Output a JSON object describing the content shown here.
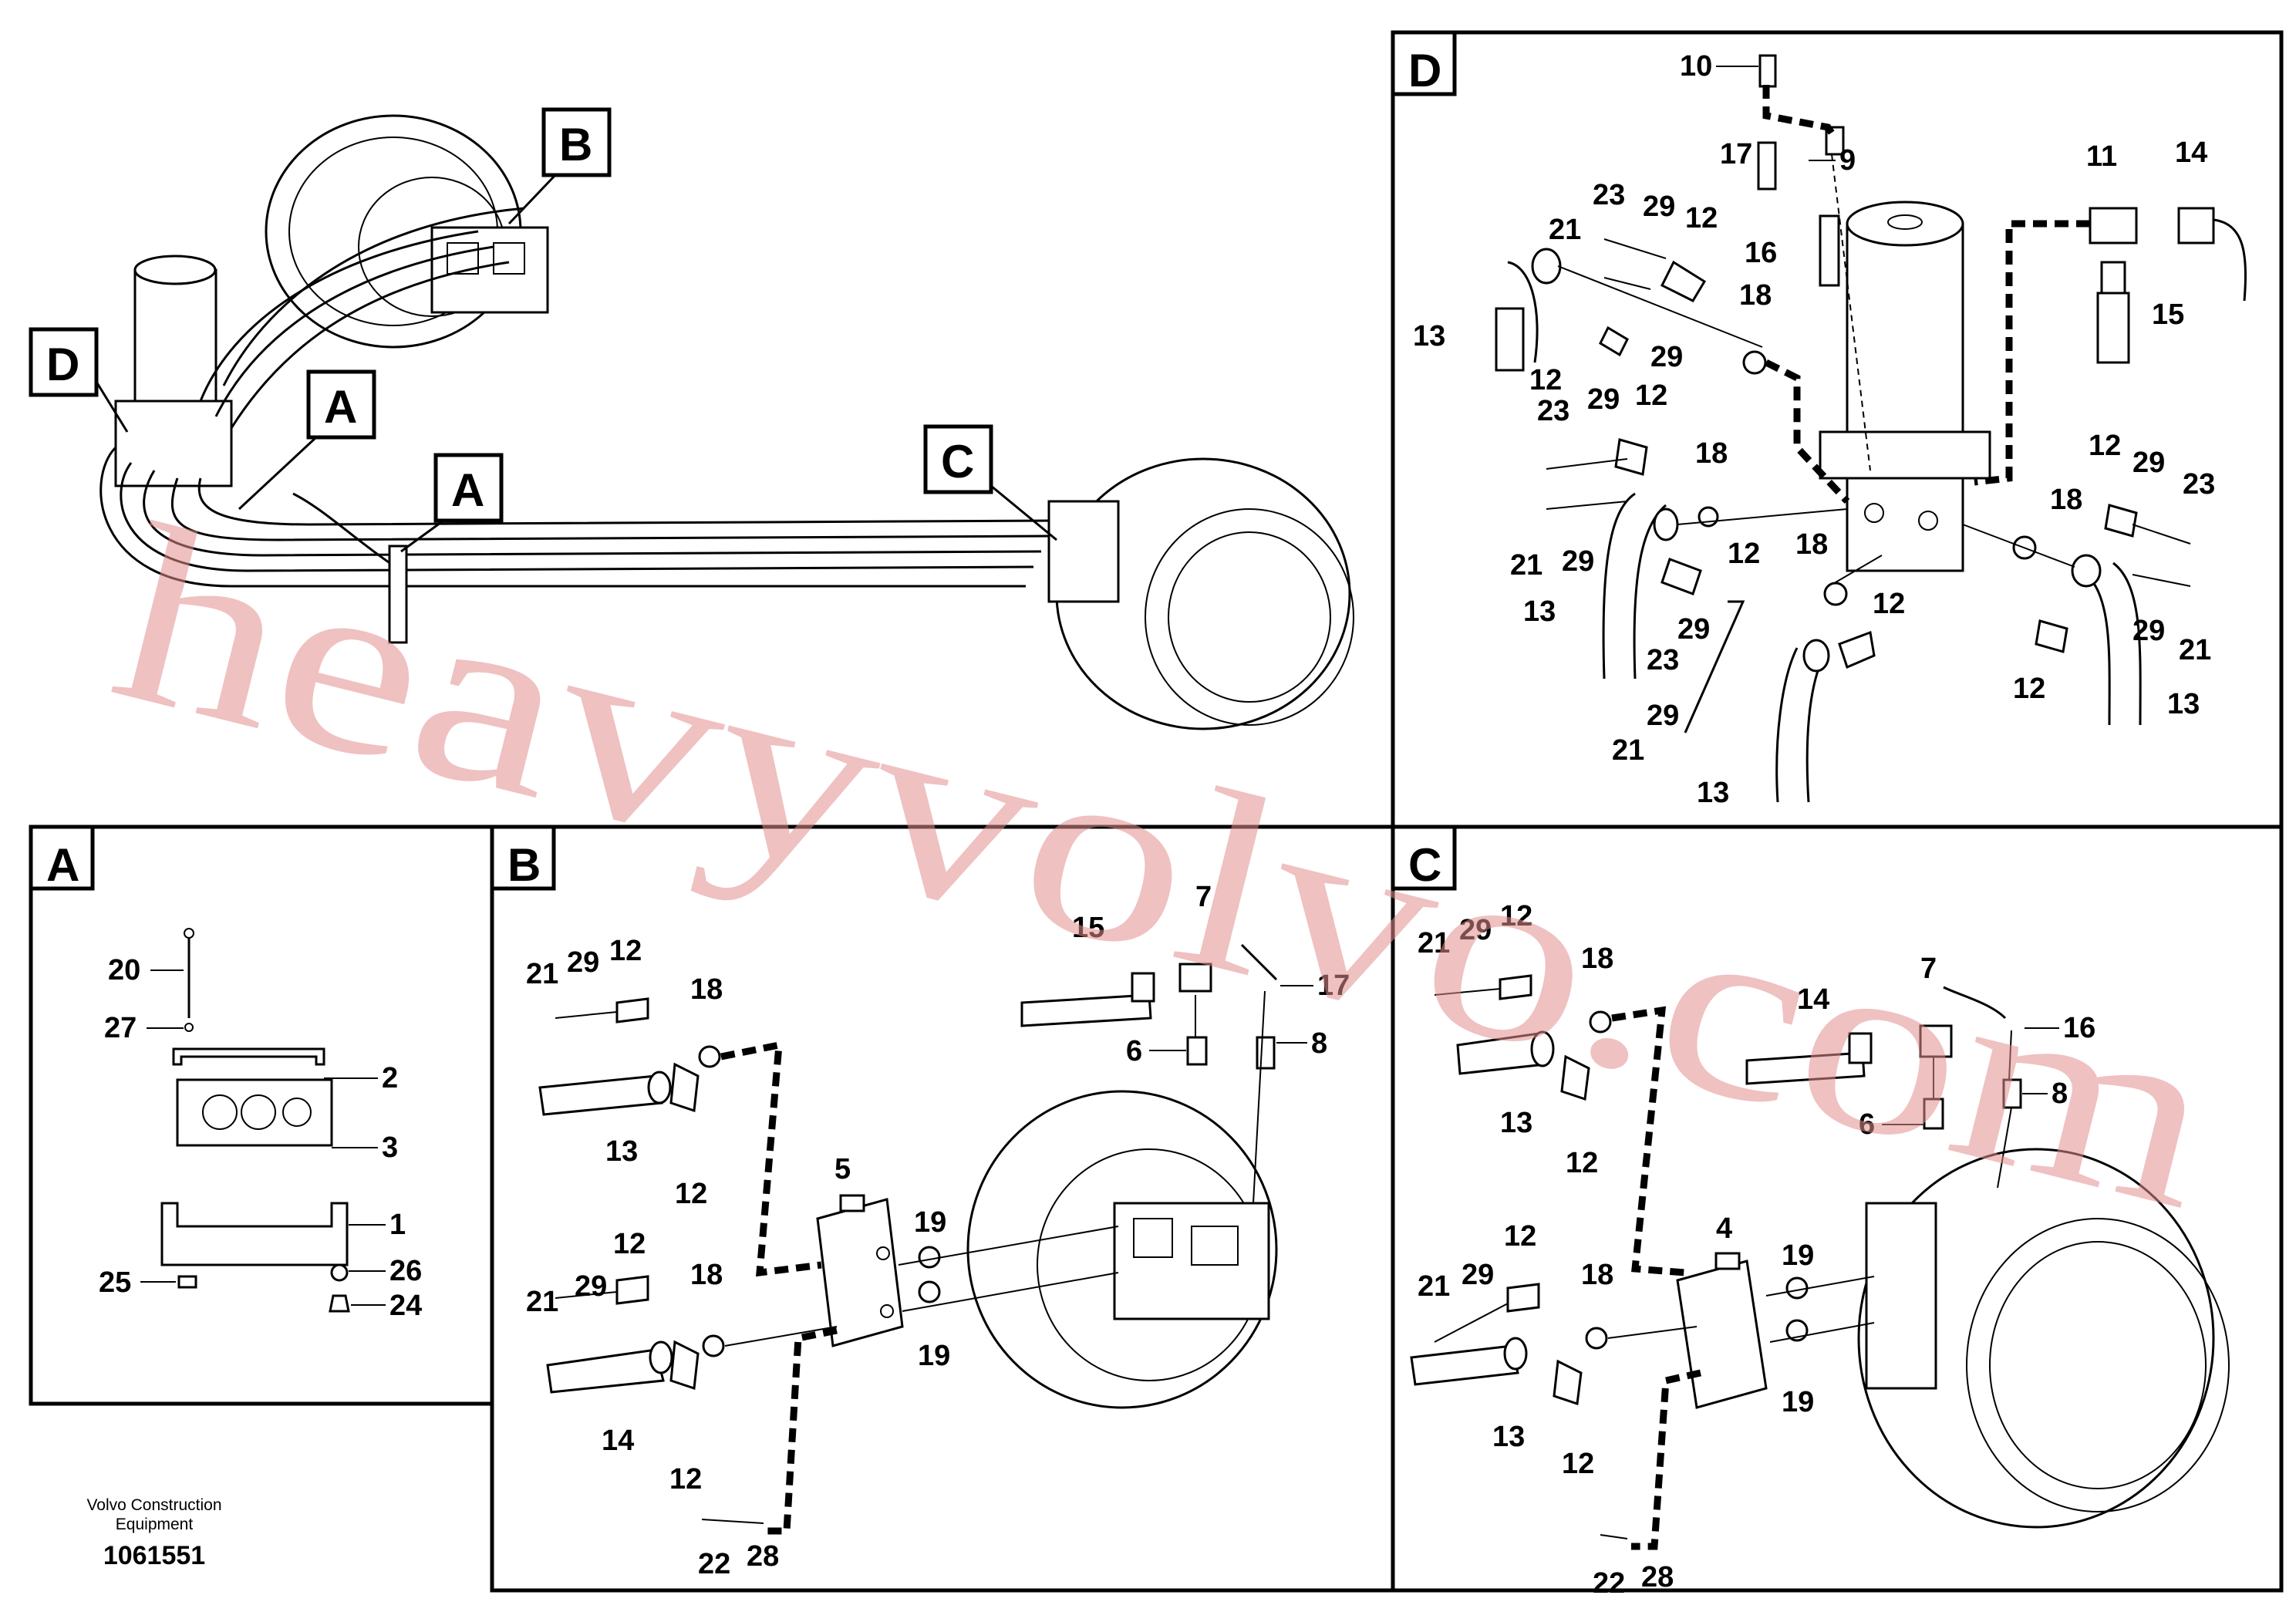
{
  "detail_labels": {
    "a": "A",
    "b": "B",
    "c": "C",
    "d": "D"
  },
  "overview_callouts": [
    "B",
    "D",
    "A",
    "A",
    "C"
  ],
  "detail_d": {
    "callouts": [
      "10",
      "9",
      "17",
      "16",
      "11",
      "14",
      "15",
      "23",
      "29",
      "12",
      "21",
      "13",
      "18",
      "29",
      "12",
      "23",
      "29",
      "12",
      "18",
      "21",
      "29",
      "13",
      "12",
      "18",
      "12",
      "29",
      "23",
      "21",
      "29",
      "13",
      "12",
      "18",
      "12",
      "29",
      "23",
      "29",
      "21",
      "12",
      "13"
    ]
  },
  "detail_a": {
    "callouts": [
      "20",
      "27",
      "2",
      "3",
      "1",
      "25",
      "26",
      "24"
    ]
  },
  "detail_b": {
    "callouts": [
      "21",
      "29",
      "12",
      "18",
      "13",
      "12",
      "15",
      "7",
      "17",
      "6",
      "8",
      "5",
      "19",
      "19",
      "12",
      "21",
      "29",
      "18",
      "14",
      "12",
      "22",
      "28"
    ]
  },
  "detail_c": {
    "callouts": [
      "21",
      "29",
      "12",
      "18",
      "13",
      "12",
      "14",
      "7",
      "16",
      "6",
      "8",
      "4",
      "19",
      "19",
      "12",
      "21",
      "29",
      "18",
      "13",
      "12",
      "22",
      "28"
    ]
  },
  "footer": {
    "company_line1": "Volvo Construction",
    "company_line2": "Equipment",
    "drawing_number": "1061551"
  },
  "watermark": "heavyvolvo.com"
}
